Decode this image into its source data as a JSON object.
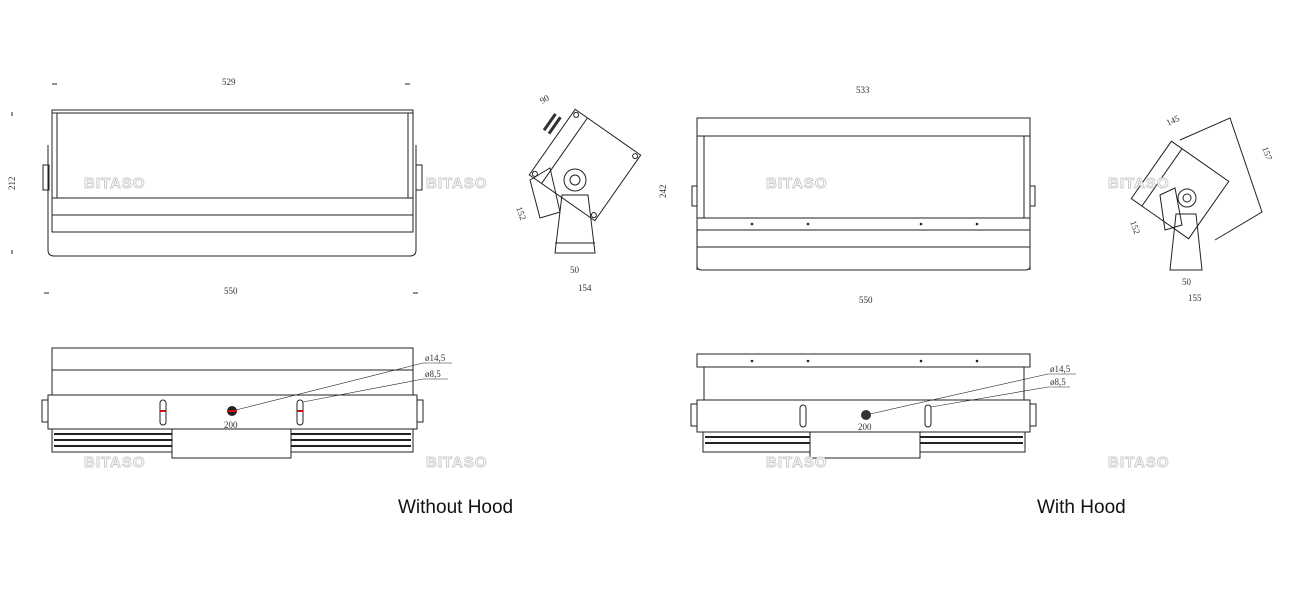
{
  "without_hood": {
    "caption": "Without Hood",
    "front": {
      "top_width": "529",
      "height": "212",
      "bottom_width": "550"
    },
    "side": {
      "depth": "90",
      "bracket_height": "152",
      "base_width": "50",
      "overall_depth": "154"
    },
    "bottom": {
      "hole_large": "ø14,5",
      "hole_small": "ø8,5",
      "hole_spacing": "200"
    }
  },
  "with_hood": {
    "caption": "With Hood",
    "front": {
      "top_width": "533",
      "height": "242",
      "bottom_width": "550"
    },
    "side": {
      "depth": "145",
      "hood_length": "157",
      "bracket_height": "152",
      "base_width": "50",
      "overall_depth": "155"
    },
    "bottom": {
      "hole_large": "ø14,5",
      "hole_small": "ø8,5",
      "hole_spacing": "200"
    }
  },
  "watermark": "BITASO",
  "colors": {
    "line": "#222222",
    "accent_red": "#d01010",
    "watermark": "#c8c8c8"
  }
}
